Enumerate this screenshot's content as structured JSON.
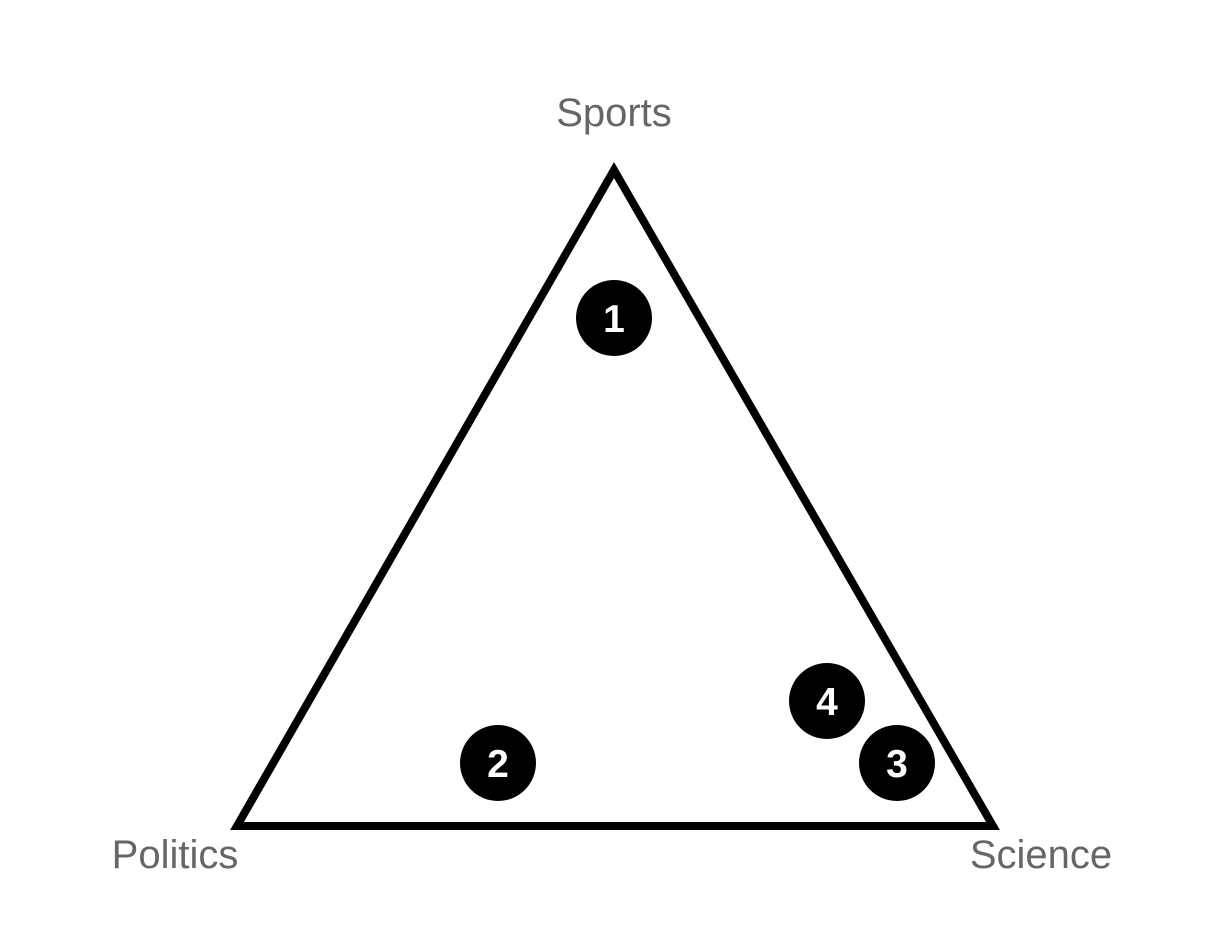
{
  "vertices": {
    "top": "Sports",
    "bottom_left": "Politics",
    "bottom_right": "Science"
  },
  "markers": [
    {
      "label": "1"
    },
    {
      "label": "2"
    },
    {
      "label": "3"
    },
    {
      "label": "4"
    }
  ],
  "colors": {
    "outline": "#000000",
    "marker_fill": "#000000",
    "marker_text": "#ffffff",
    "vertex_text": "#666666",
    "background": "#ffffff"
  }
}
